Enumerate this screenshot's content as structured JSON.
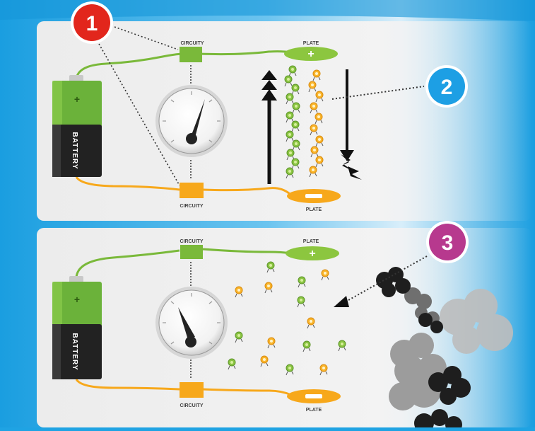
{
  "labels": {
    "circuitry": "CIRCUITY",
    "plate": "PLATE",
    "battery": "BATTERY",
    "plus": "+",
    "minus": "−",
    "battery_pos": "+",
    "battery_neg": "−"
  },
  "badges": [
    {
      "number": "1",
      "color": "#e2261c"
    },
    {
      "number": "2",
      "color": "#1d9fe4"
    },
    {
      "number": "3",
      "color": "#b7398e"
    }
  ],
  "colors": {
    "green": "#7ab93a",
    "orange": "#f7a81b",
    "battery_top": "#6bb23a",
    "battery_body": "#222222",
    "panel": "#eeeeee",
    "sky": "#1fa3e3"
  },
  "panels": [
    {
      "id": "charged",
      "gauge_needle_deg": 30
    },
    {
      "id": "discharged",
      "gauge_needle_deg": -35
    }
  ]
}
